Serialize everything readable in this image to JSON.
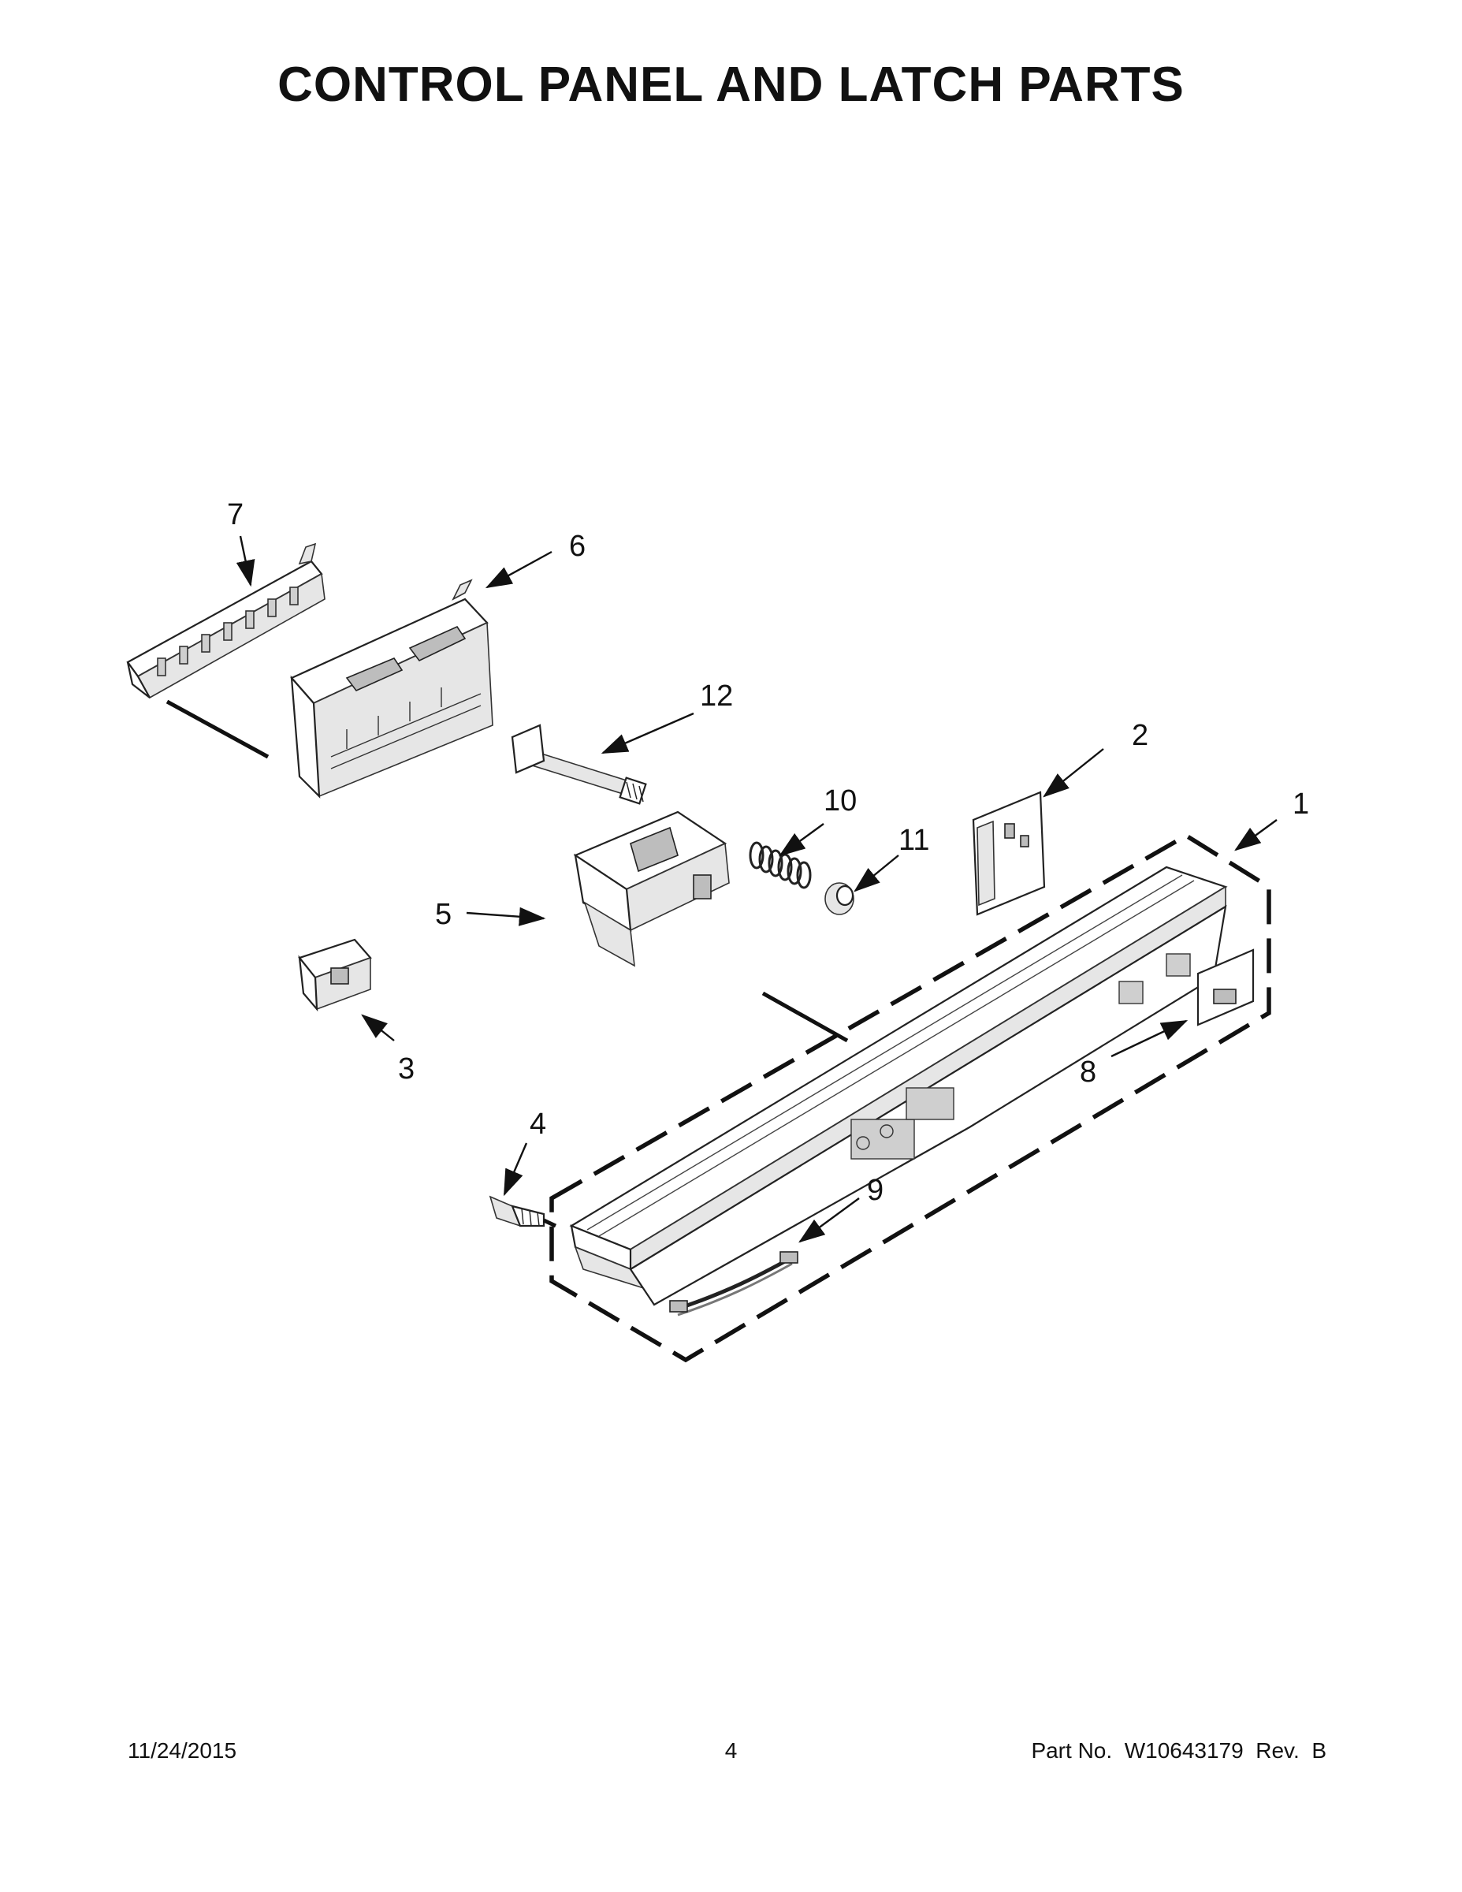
{
  "title": "CONTROL PANEL AND LATCH PARTS",
  "callouts": [
    {
      "id": "1",
      "label": "1"
    },
    {
      "id": "2",
      "label": "2"
    },
    {
      "id": "3",
      "label": "3"
    },
    {
      "id": "4",
      "label": "4"
    },
    {
      "id": "5",
      "label": "5"
    },
    {
      "id": "6",
      "label": "6"
    },
    {
      "id": "7",
      "label": "7"
    },
    {
      "id": "8",
      "label": "8"
    },
    {
      "id": "9",
      "label": "9"
    },
    {
      "id": "10",
      "label": "10"
    },
    {
      "id": "11",
      "label": "11"
    },
    {
      "id": "12",
      "label": "12"
    }
  ],
  "footer": {
    "date": "11/24/2015",
    "page": "4",
    "part_number": "Part No.  W10643179  Rev.  B"
  }
}
